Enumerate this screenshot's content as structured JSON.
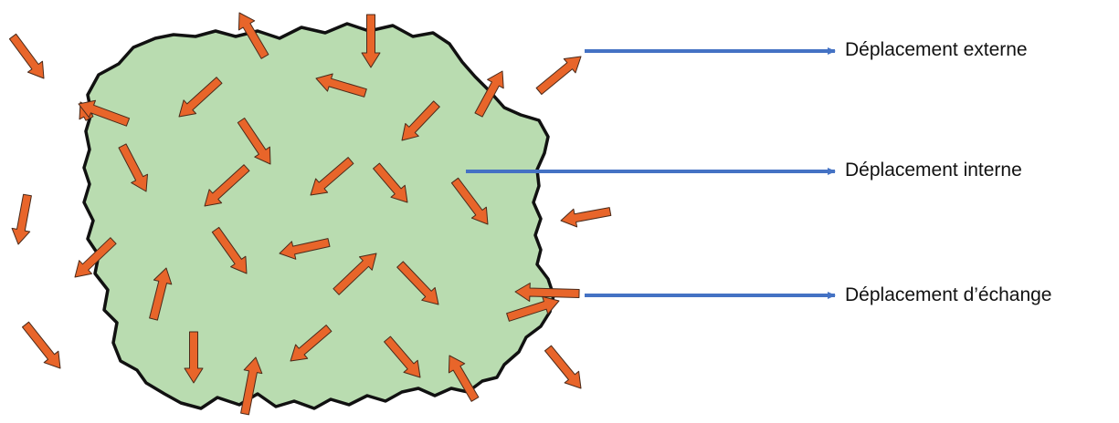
{
  "labels": {
    "external": "Déplacement externe",
    "internal": "Déplacement interne",
    "exchange": "Déplacement d’échange"
  },
  "colors": {
    "region_fill": "#b9dcb0",
    "region_border": "#111111",
    "particle_arrow": "#e8652a",
    "particle_arrow_outline": "#4a2a1a",
    "pointer_arrow": "#4472c4"
  }
}
